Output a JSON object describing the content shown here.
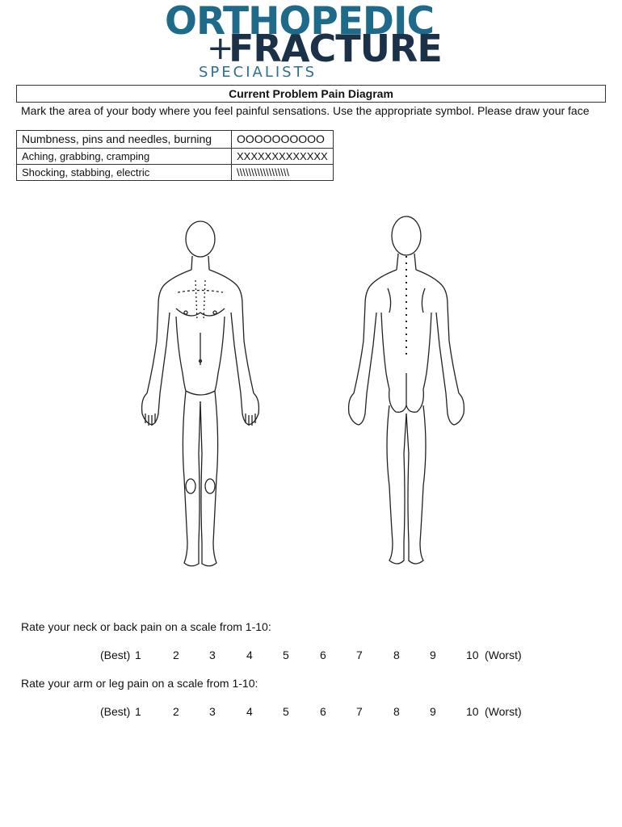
{
  "logo": {
    "line1": "ORTHOPEDIC",
    "plus": "+",
    "line2": "FRACTURE",
    "line3": "SPECIALISTS",
    "colors": {
      "teal": "#1d6a8a",
      "navy": "#1b3147"
    }
  },
  "title": "Current Problem Pain Diagram",
  "instructions": "Mark the area of your body where you feel painful sensations. Use the appropriate symbol. Please draw your face",
  "legend": [
    {
      "description": "Numbness, pins and needles, burning",
      "symbol": "OOOOOOOOOO"
    },
    {
      "description": "Aching, grabbing, cramping",
      "symbol": "XXXXXXXXXXXXX"
    },
    {
      "description": "Shocking, stabbing, electric",
      "symbol": "\\\\\\\\\\\\\\\\\\\\\\\\\\\\\\\\\\\\"
    }
  ],
  "ratings": [
    {
      "question": "Rate your neck or back pain on a scale from 1-10:",
      "best": "(Best)",
      "values": [
        "1",
        "2",
        "3",
        "4",
        "5",
        "6",
        "7",
        "8",
        "9",
        "10"
      ],
      "worst": "(Worst)"
    },
    {
      "question": "Rate your arm or leg pain on a scale from 1-10:",
      "best": "(Best)",
      "values": [
        "1",
        "2",
        "3",
        "4",
        "5",
        "6",
        "7",
        "8",
        "9",
        "10"
      ],
      "worst": "(Worst)"
    }
  ]
}
